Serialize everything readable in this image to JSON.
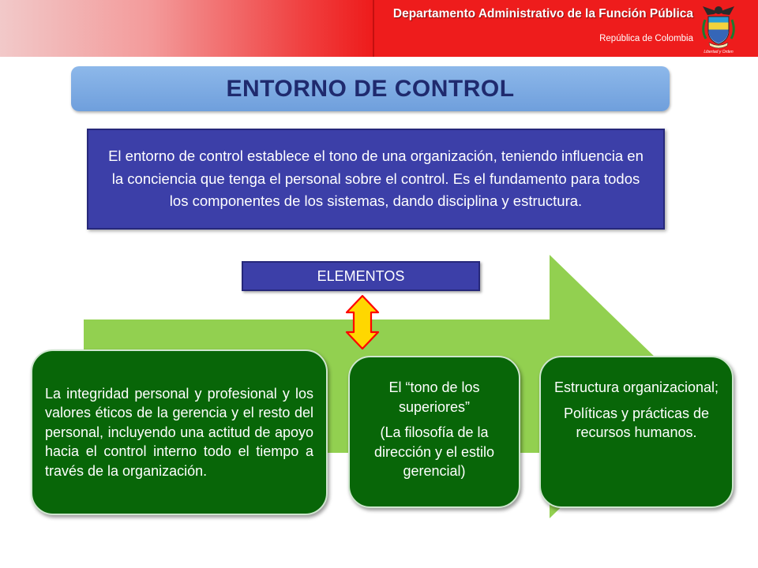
{
  "header": {
    "title": "Departamento Administrativo de la Función Pública",
    "subtitle": "República de Colombia",
    "crest_icon": "colombia-coat-of-arms",
    "crest_motto": "Libertad y Orden",
    "colors": {
      "red": "#ee1c1c",
      "pink": "#f2c9c9"
    }
  },
  "slide": {
    "title": "ENTORNO DE CONTROL",
    "description": "El entorno de control establece el tono de una organización, teniendo influencia en la conciencia que tenga el personal sobre el control. Es el fundamento para todos los componentes de los sistemas, dando disciplina y estructura.",
    "elementos_label": "ELEMENTOS",
    "double_arrow_icon": "double-headed-vertical-arrow",
    "cards": [
      {
        "text": "La integridad personal y profesional y los valores éticos de la gerencia y el resto del personal, incluyendo una actitud de apoyo hacia el control interno todo el tiempo a través de la organización."
      },
      {
        "heading": "El “tono de los superiores”",
        "text": "(La filosofía de la dirección y el estilo gerencial)"
      },
      {
        "heading": "Estructura organizacional;",
        "text": "Políticas y prácticas de recursos humanos."
      }
    ],
    "colors": {
      "title_bg": "#8db8ea",
      "title_text": "#1f2a6e",
      "box_blue": "#3c3fa8",
      "arrow_green": "#92d050",
      "card_green": "#086608",
      "double_arrow_fill": "#ffd700",
      "double_arrow_stroke": "#ff0000"
    }
  }
}
